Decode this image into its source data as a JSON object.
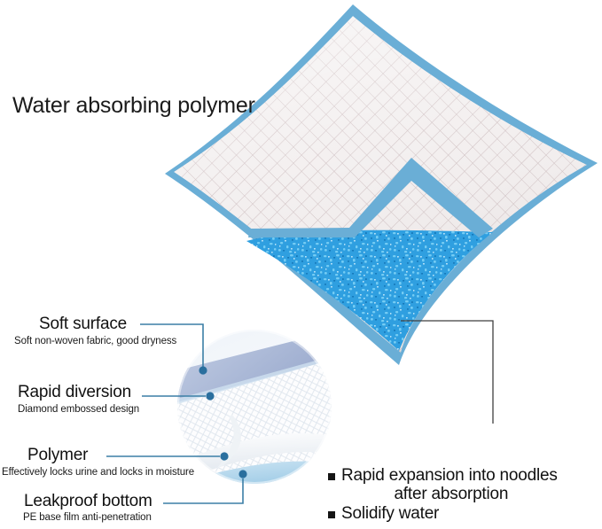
{
  "heading": {
    "title": "Water absorbing polymer"
  },
  "callouts": [
    {
      "title": "Soft surface",
      "subtitle": "Soft non-woven fabric, good dryness",
      "marker": "leader-dot"
    },
    {
      "title": "Rapid diversion",
      "subtitle": "Diamond embossed design",
      "marker": "leader-dot"
    },
    {
      "title": "Polymer",
      "subtitle": "Effectively locks urine and locks in moisture",
      "marker": "leader-dot"
    },
    {
      "title": "Leakproof bottom",
      "subtitle": "PE base film anti-penetration",
      "marker": "leader-dot"
    }
  ],
  "bullets": [
    {
      "line1": "Rapid expansion into noodles",
      "line2": "after absorption",
      "marker": "square-bullet"
    },
    {
      "line1": "Solidify water",
      "line2": "",
      "marker": "square-bullet"
    }
  ],
  "graphics": {
    "pad": {
      "name": "absorbent-pad-diamond",
      "border_color": "#6aaed6",
      "surface_color": "#f1eded",
      "grid_color": "#c9b9bb",
      "crystal_color": "#2196dd",
      "crystal_highlight": "#9fd8f5"
    },
    "inset": {
      "name": "pad-closeup-photo",
      "top_band_color": "#a8b8d8",
      "fabric_color": "#fbfcfd",
      "bottom_band_color": "#aed4ea"
    },
    "leader_line_color": "#3b7fa6",
    "leader_dot_color": "#2a6f9e",
    "crystal_leader_color": "#3f3f3f"
  }
}
